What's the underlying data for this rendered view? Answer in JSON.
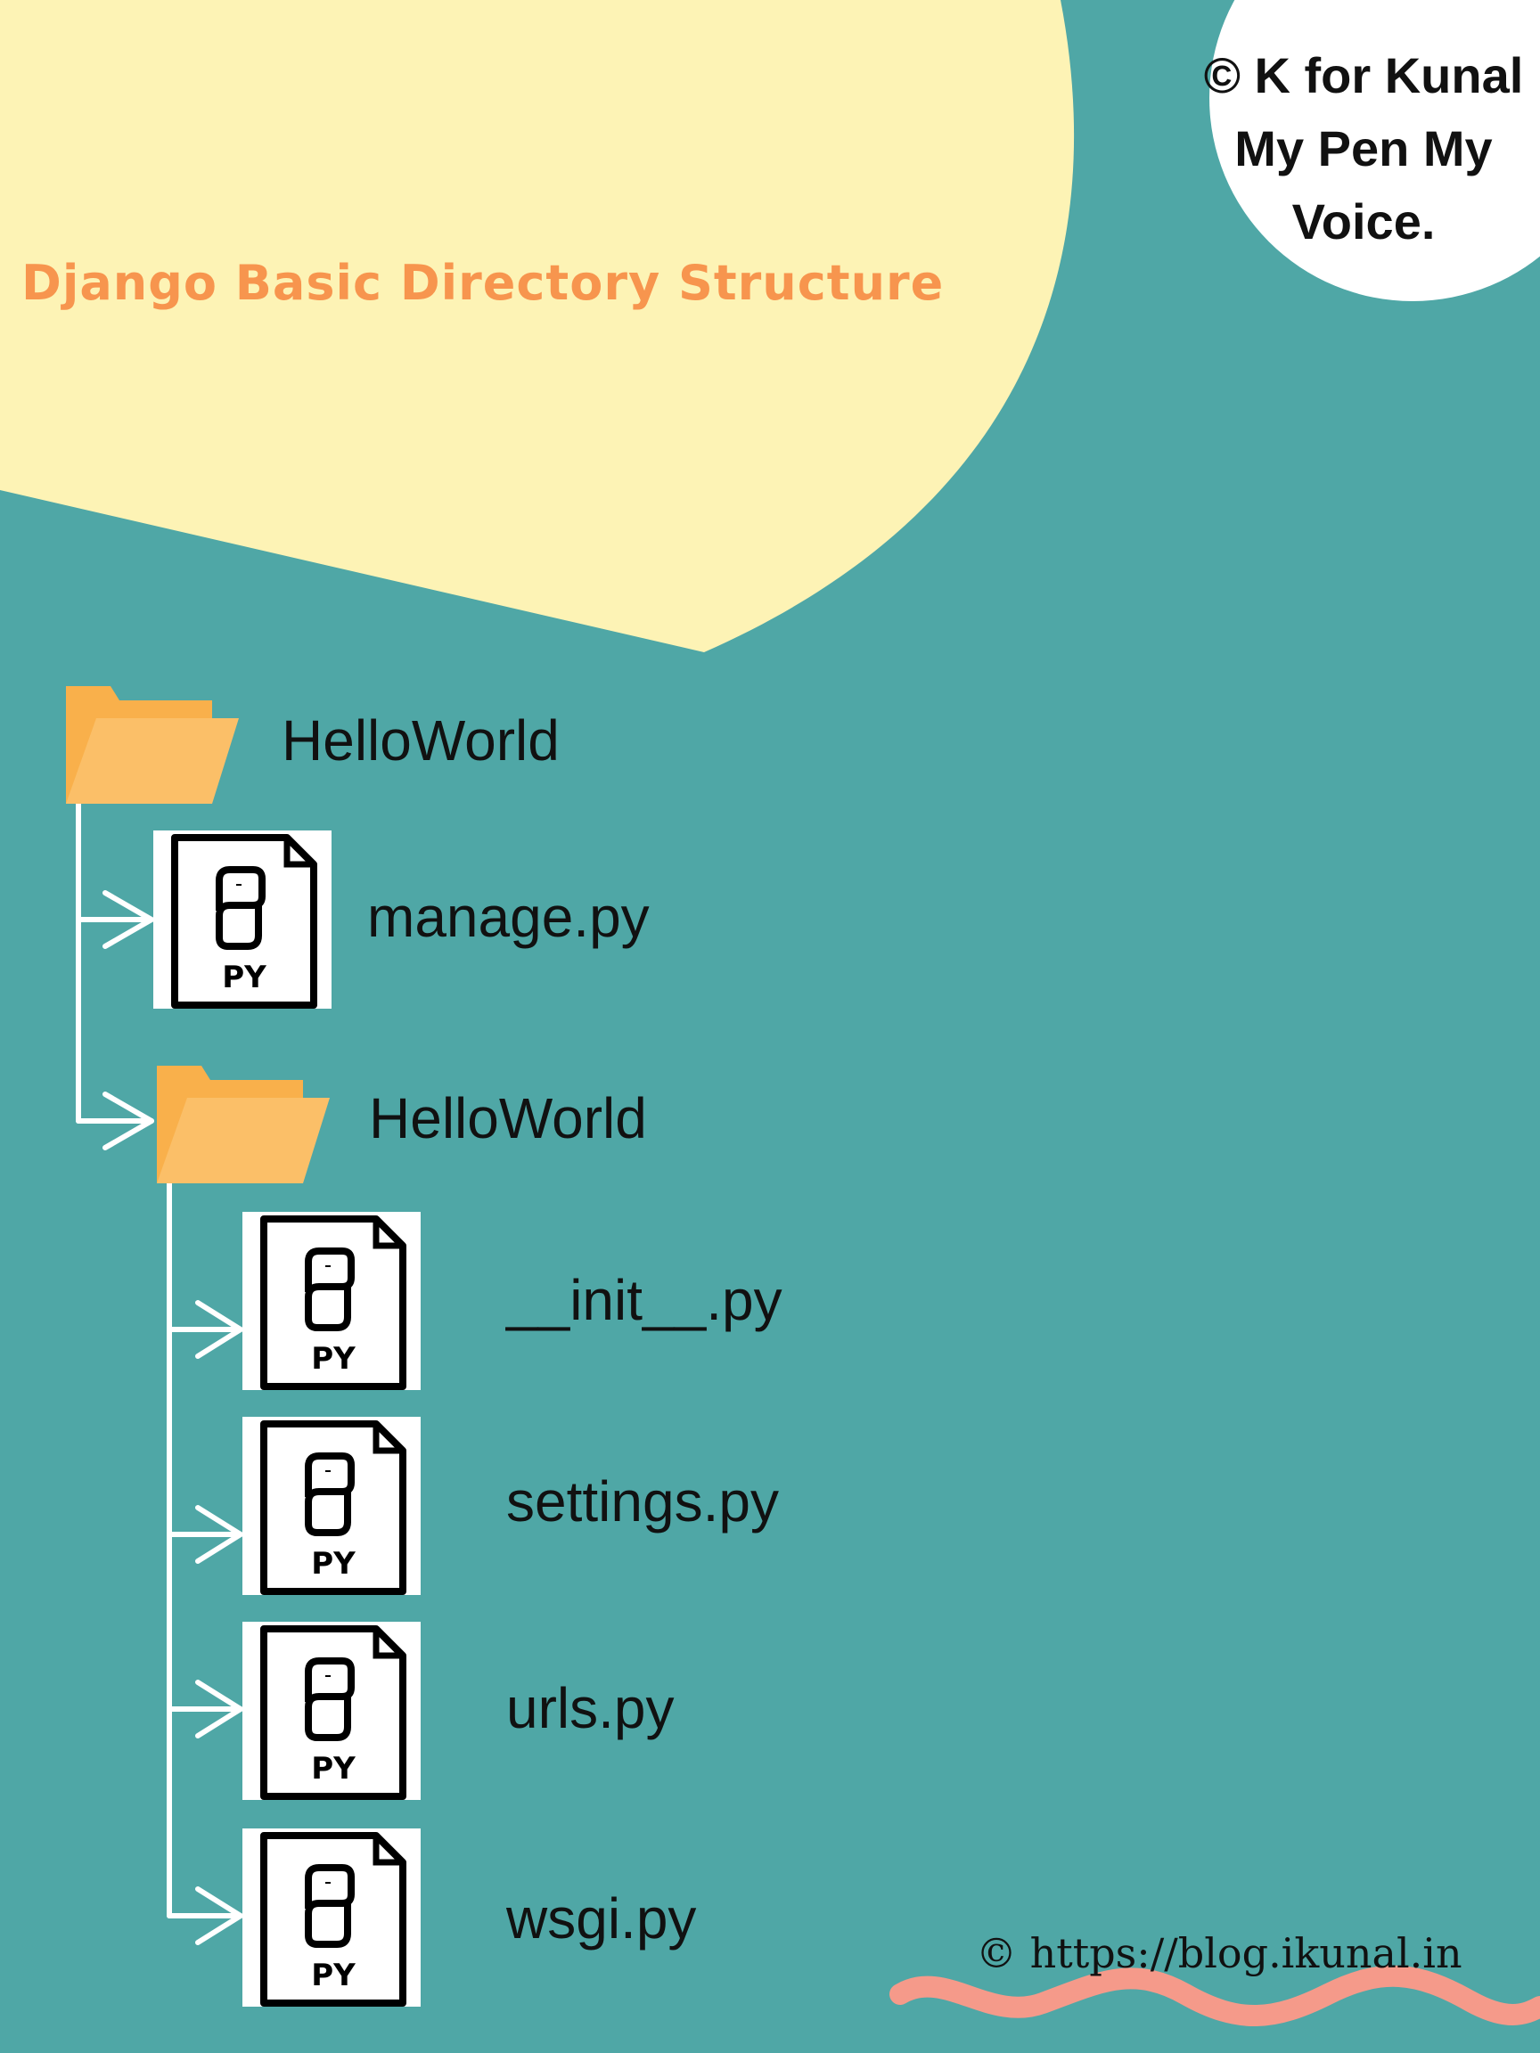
{
  "title": "Django Basic Directory Structure",
  "credit": {
    "line1": "© K for Kunal",
    "line2": "My Pen My",
    "line3": "Voice."
  },
  "tree": {
    "root": "HelloWorld",
    "manage": "manage.py",
    "package": "HelloWorld",
    "init": "__init__.py",
    "settings": "settings.py",
    "urls": "urls.py",
    "wsgi": "wsgi.py"
  },
  "file_badge": "PY",
  "footer_url": "© https://blog.ikunal.in",
  "icons": {
    "folder": "folder-icon",
    "python_file": "python-file-icon",
    "arrow": "arrow-right-icon"
  },
  "colors": {
    "background": "#4fa7a6",
    "blob": "#fdf3b5",
    "title": "#f7954e",
    "folder": "#f9b04b",
    "wave": "#f59a8a",
    "connector": "#ffffff"
  }
}
